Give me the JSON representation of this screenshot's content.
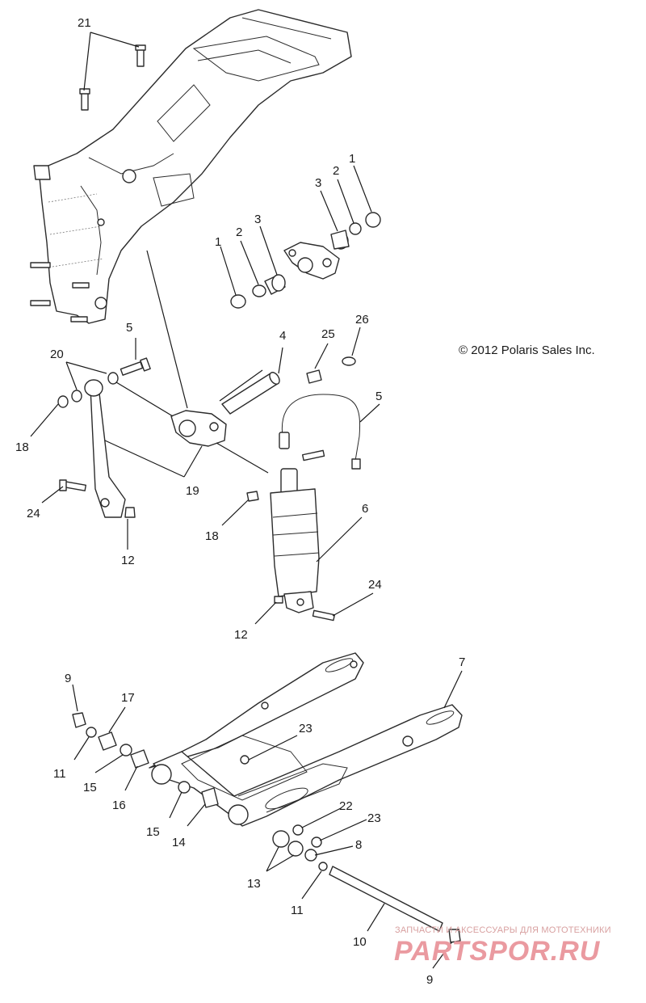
{
  "copyright": "© 2012 Polaris Sales Inc.",
  "watermark": {
    "tagline": "ЗАПЧАСТИ И АКСЕССУАРЫ ДЛЯ МОТОТЕХНИКИ",
    "logo": "PARTSPOR.RU",
    "color": "#ea9aa0"
  },
  "callouts": [
    {
      "id": "c21",
      "label": "21"
    },
    {
      "id": "c1a",
      "label": "1"
    },
    {
      "id": "c2a",
      "label": "2"
    },
    {
      "id": "c3a",
      "label": "3"
    },
    {
      "id": "c3b",
      "label": "3"
    },
    {
      "id": "c2b",
      "label": "2"
    },
    {
      "id": "c1b",
      "label": "1"
    },
    {
      "id": "c5a",
      "label": "5"
    },
    {
      "id": "c20",
      "label": "20"
    },
    {
      "id": "c18a",
      "label": "18"
    },
    {
      "id": "c24a",
      "label": "24"
    },
    {
      "id": "c19",
      "label": "19"
    },
    {
      "id": "c12a",
      "label": "12"
    },
    {
      "id": "c4",
      "label": "4"
    },
    {
      "id": "c25",
      "label": "25"
    },
    {
      "id": "c26",
      "label": "26"
    },
    {
      "id": "c5b",
      "label": "5"
    },
    {
      "id": "c18b",
      "label": "18"
    },
    {
      "id": "c6",
      "label": "6"
    },
    {
      "id": "c24b",
      "label": "24"
    },
    {
      "id": "c12b",
      "label": "12"
    },
    {
      "id": "c7",
      "label": "7"
    },
    {
      "id": "c9a",
      "label": "9"
    },
    {
      "id": "c17",
      "label": "17"
    },
    {
      "id": "c23a",
      "label": "23"
    },
    {
      "id": "c11a",
      "label": "11"
    },
    {
      "id": "c15a",
      "label": "15"
    },
    {
      "id": "c16",
      "label": "16"
    },
    {
      "id": "c15b",
      "label": "15"
    },
    {
      "id": "c14",
      "label": "14"
    },
    {
      "id": "c22",
      "label": "22"
    },
    {
      "id": "c23b",
      "label": "23"
    },
    {
      "id": "c8",
      "label": "8"
    },
    {
      "id": "c13",
      "label": "13"
    },
    {
      "id": "c11b",
      "label": "11"
    },
    {
      "id": "c10",
      "label": "10"
    },
    {
      "id": "c9b",
      "label": "9"
    }
  ]
}
